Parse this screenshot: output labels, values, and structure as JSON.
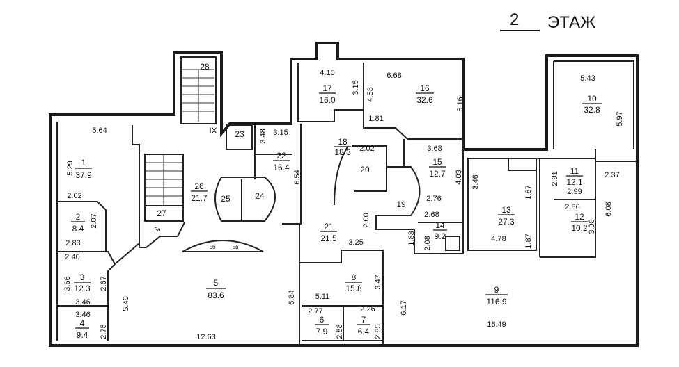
{
  "title": {
    "floor_number": "2",
    "floor_word": "ЭТАЖ"
  },
  "rooms": [
    {
      "no": "1",
      "area": "37.9"
    },
    {
      "no": "2",
      "area": "8.4"
    },
    {
      "no": "3",
      "area": "12.3"
    },
    {
      "no": "4",
      "area": "9.4"
    },
    {
      "no": "5",
      "area": "83.6"
    },
    {
      "no": "6",
      "area": "7.9"
    },
    {
      "no": "7",
      "area": "6.4"
    },
    {
      "no": "8",
      "area": "15.8"
    },
    {
      "no": "9",
      "area": "116.9"
    },
    {
      "no": "10",
      "area": "32.8"
    },
    {
      "no": "11",
      "area": "12.1"
    },
    {
      "no": "12",
      "area": "10.2"
    },
    {
      "no": "13",
      "area": "27.3"
    },
    {
      "no": "14",
      "area": "9.2"
    },
    {
      "no": "15",
      "area": "12.7"
    },
    {
      "no": "16",
      "area": "32.6"
    },
    {
      "no": "17",
      "area": "16.0"
    },
    {
      "no": "18",
      "area": "18.3"
    },
    {
      "no": "21",
      "area": "21.5"
    },
    {
      "no": "22",
      "area": "16.4"
    },
    {
      "no": "26",
      "area": "21.7"
    }
  ],
  "plain_labels": [
    "28",
    "IX",
    "23",
    "27",
    "25",
    "24",
    "20",
    "19",
    "5а",
    "5б",
    "5в"
  ],
  "dimensions": [
    "5.64",
    "5.29",
    "2.02",
    "2.07",
    "2.83",
    "2.40",
    "3.66",
    "2.67",
    "3.46",
    "3.46",
    "2.75",
    "5.46",
    "12.63",
    "6.84",
    "3.48",
    "3.15",
    "6.54",
    "4.10",
    "3.15",
    "6.68",
    "4.53",
    "5.16",
    "1.81",
    "2.02",
    "3.68",
    "4.03",
    "2.76",
    "2.68",
    "2.00",
    "1.83",
    "2.08",
    "3.25",
    "5.11",
    "3.47",
    "2.77",
    "2.88",
    "2.26",
    "2.85",
    "6.17",
    "16.49",
    "5.43",
    "5.97",
    "3.46",
    "1.87",
    "2.81",
    "2.99",
    "2.37",
    "2.86",
    "3.08",
    "6.08",
    "1.87",
    "4.78"
  ]
}
